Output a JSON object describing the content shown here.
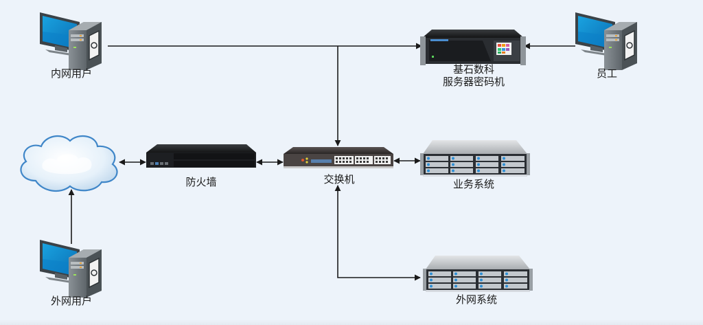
{
  "diagram": {
    "type": "network-topology",
    "background_color": "#edf3fa",
    "line_color": "#1a1a1a",
    "nodes": [
      {
        "id": "intranet-user",
        "icon": "desktop-computer-icon",
        "label": "内网用户"
      },
      {
        "id": "crypto-server",
        "icon": "rack-server-icon",
        "label_line1": "基石数科",
        "label_line2": "服务器密码机"
      },
      {
        "id": "employee",
        "icon": "desktop-computer-icon",
        "label": "员工"
      },
      {
        "id": "internet",
        "icon": "cloud-icon",
        "label": ""
      },
      {
        "id": "firewall",
        "icon": "firewall-appliance-icon",
        "label": "防火墙"
      },
      {
        "id": "switch",
        "icon": "network-switch-icon",
        "label": "交换机"
      },
      {
        "id": "business-system",
        "icon": "storage-server-icon",
        "label": "业务系统"
      },
      {
        "id": "extranet-user",
        "icon": "desktop-computer-icon",
        "label": "外网用户"
      },
      {
        "id": "extranet-system",
        "icon": "storage-server-icon",
        "label": "外网系统"
      }
    ],
    "edges": [
      {
        "from": "intranet-user",
        "to": "crypto-server",
        "direction": "forward"
      },
      {
        "from": "employee",
        "to": "crypto-server",
        "direction": "forward"
      },
      {
        "from": "intranet-user",
        "to": "switch",
        "direction": "forward",
        "note": "branch from top line down to switch"
      },
      {
        "from": "internet",
        "to": "firewall",
        "direction": "both"
      },
      {
        "from": "firewall",
        "to": "switch",
        "direction": "both"
      },
      {
        "from": "switch",
        "to": "business-system",
        "direction": "both"
      },
      {
        "from": "extranet-user",
        "to": "internet",
        "direction": "forward"
      },
      {
        "from": "switch",
        "to": "extranet-system",
        "direction": "both"
      }
    ]
  }
}
